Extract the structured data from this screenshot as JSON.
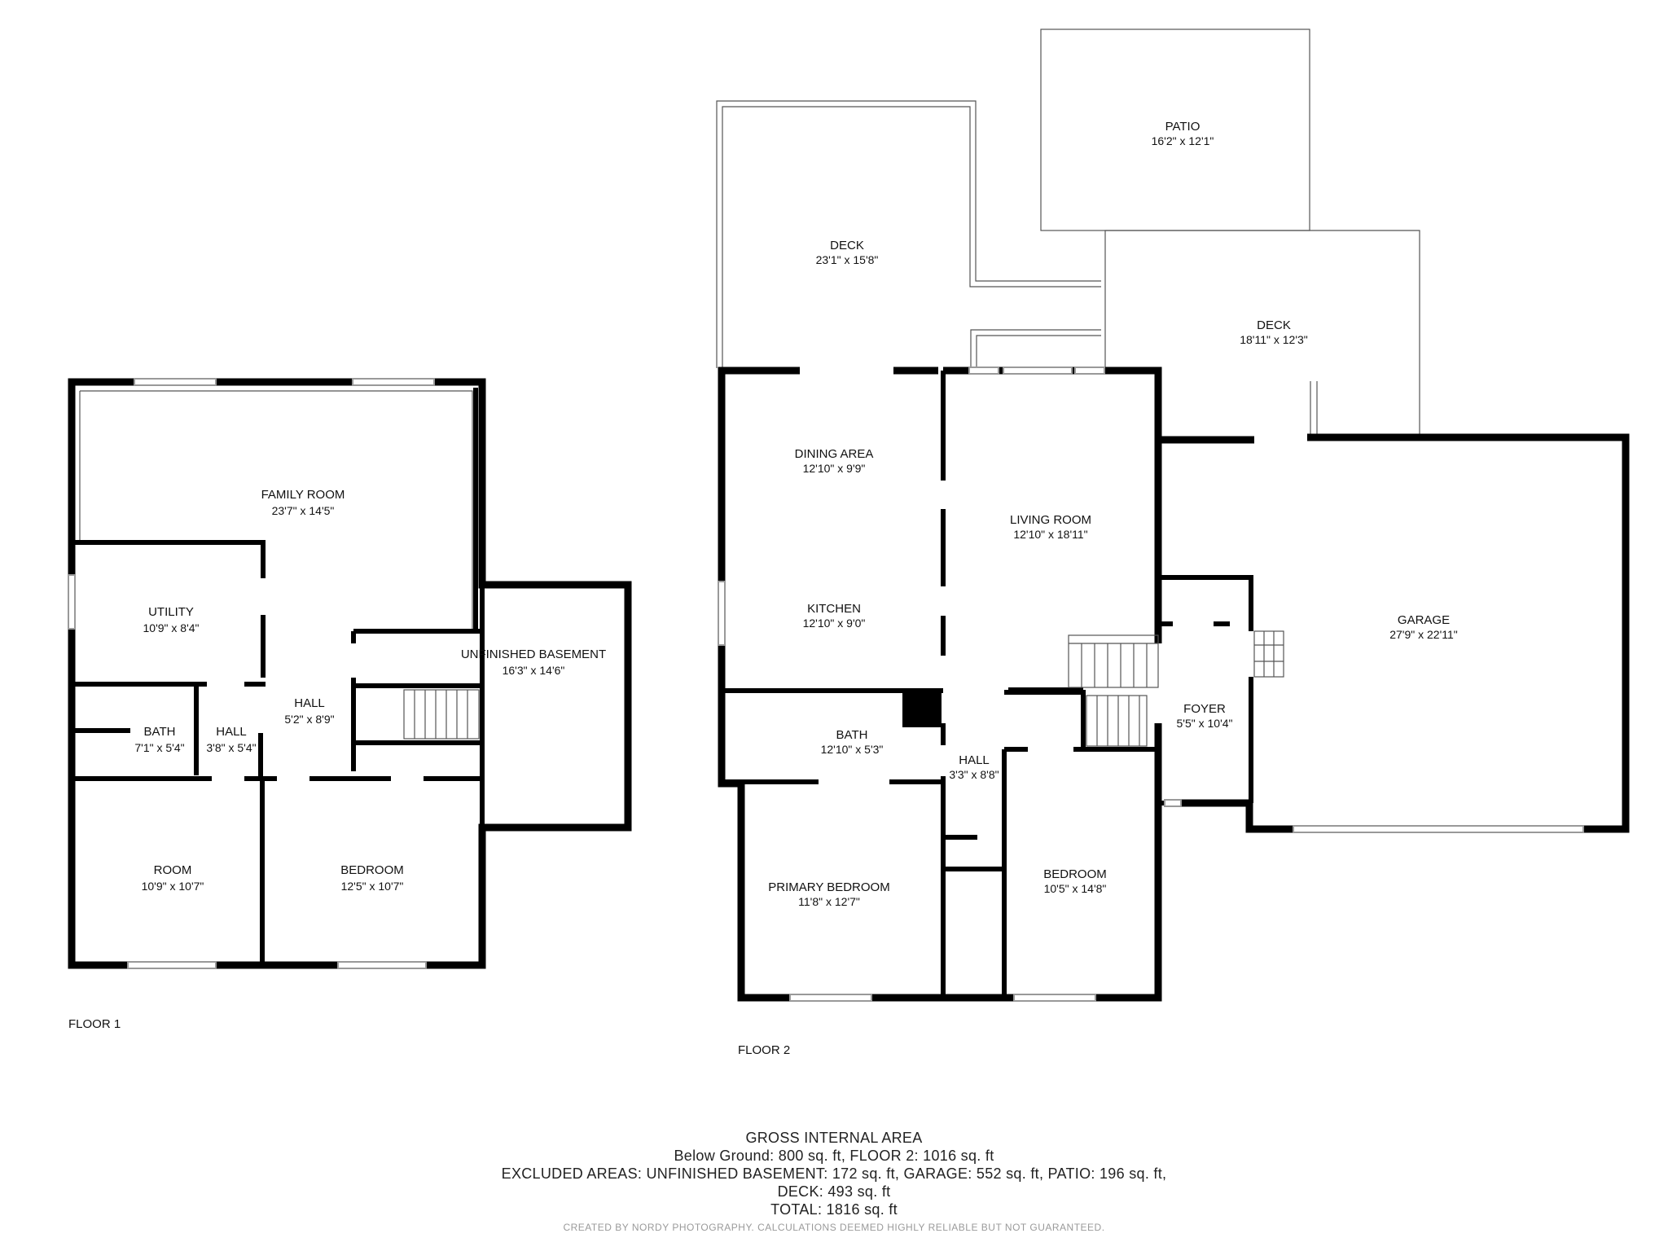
{
  "floors": [
    {
      "label": "FLOOR 1"
    },
    {
      "label": "FLOOR 2"
    }
  ],
  "rooms": {
    "family_room": {
      "name": "FAMILY ROOM",
      "dim": "23'7\" x 14'5\""
    },
    "utility": {
      "name": "UTILITY",
      "dim": "10'9\" x 8'4\""
    },
    "hall_f1_main": {
      "name": "HALL",
      "dim": "5'2\" x 8'9\""
    },
    "unfinished_basement": {
      "name": "UNFINISHED BASEMENT",
      "dim": "16'3\" x 14'6\""
    },
    "bath_f1": {
      "name": "BATH",
      "dim": "7'1\" x 5'4\""
    },
    "hall_f1_small": {
      "name": "HALL",
      "dim": "3'8\" x 5'4\""
    },
    "room_f1": {
      "name": "ROOM",
      "dim": "10'9\" x 10'7\""
    },
    "bedroom_f1": {
      "name": "BEDROOM",
      "dim": "12'5\" x 10'7\""
    },
    "deck_west": {
      "name": "DECK",
      "dim": "23'1\" x 15'8\""
    },
    "patio": {
      "name": "PATIO",
      "dim": "16'2\" x 12'1\""
    },
    "deck_east": {
      "name": "DECK",
      "dim": "18'11\" x 12'3\""
    },
    "dining_area": {
      "name": "DINING AREA",
      "dim": "12'10\" x 9'9\""
    },
    "living_room": {
      "name": "LIVING ROOM",
      "dim": "12'10\" x 18'11\""
    },
    "kitchen": {
      "name": "KITCHEN",
      "dim": "12'10\" x 9'0\""
    },
    "garage": {
      "name": "GARAGE",
      "dim": "27'9\" x 22'11\""
    },
    "foyer": {
      "name": "FOYER",
      "dim": "5'5\" x 10'4\""
    },
    "bath_f2": {
      "name": "BATH",
      "dim": "12'10\" x 5'3\""
    },
    "hall_f2": {
      "name": "HALL",
      "dim": "3'3\" x 8'8\""
    },
    "primary_bedroom": {
      "name": "PRIMARY BEDROOM",
      "dim": "11'8\" x 12'7\""
    },
    "bedroom_f2": {
      "name": "BEDROOM",
      "dim": "10'5\" x 14'8\""
    }
  },
  "summary": {
    "title": "GROSS INTERNAL AREA",
    "line1": "Below Ground: 800 sq. ft, FLOOR 2: 1016 sq. ft",
    "line2": "EXCLUDED AREAS: UNFINISHED BASEMENT: 172 sq. ft, GARAGE: 552 sq. ft, PATIO: 196 sq. ft,",
    "line3": "DECK: 493 sq. ft",
    "line4": "TOTAL: 1816 sq. ft",
    "credit": "CREATED BY NORDY PHOTOGRAPHY. CALCULATIONS DEEMED HIGHLY RELIABLE BUT NOT GUARANTEED."
  },
  "colors": {
    "wall": "#000000",
    "thin_line": "#555555",
    "window": "#aaaaaa",
    "text": "#111111"
  }
}
